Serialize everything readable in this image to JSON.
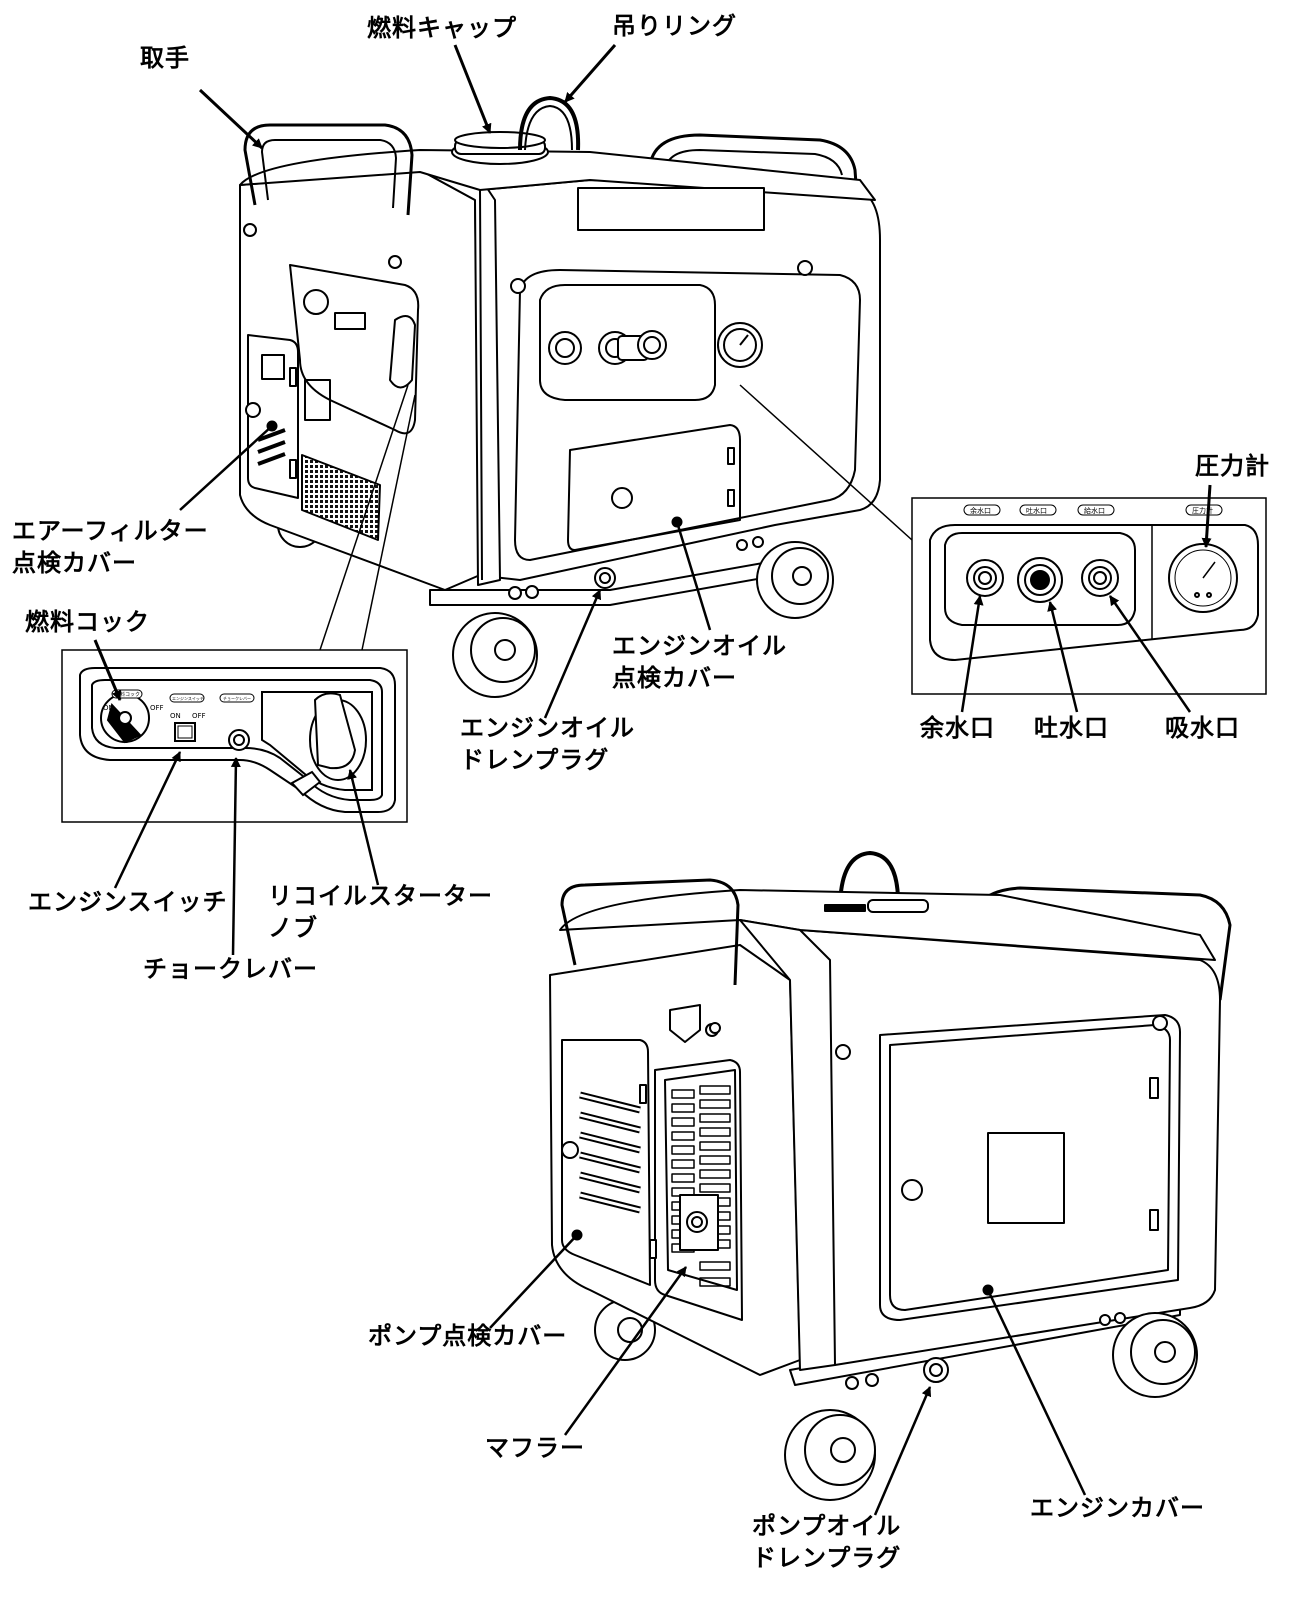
{
  "labels": {
    "handle": "取手",
    "fuel_cap": "燃料キャップ",
    "lift_ring": "吊りリング",
    "air_filter_cover_1": "エアーフィルター",
    "air_filter_cover_2": "点検カバー",
    "fuel_cock": "燃料コック",
    "pressure_gauge": "圧力計",
    "surplus_port": "余水口",
    "discharge_port": "吐水口",
    "intake_port": "吸水口",
    "engine_oil_cover_1": "エンジンオイル",
    "engine_oil_cover_2": "点検カバー",
    "engine_oil_drain_1": "エンジンオイル",
    "engine_oil_drain_2": "ドレンプラグ",
    "engine_switch": "エンジンスイッチ",
    "recoil_starter_1": "リコイルスターター",
    "recoil_starter_2": "ノブ",
    "choke_lever": "チョークレバー",
    "pump_cover": "ポンプ点検カバー",
    "muffler": "マフラー",
    "engine_cover": "エンジンカバー",
    "pump_oil_drain_1": "ポンプオイル",
    "pump_oil_drain_2": "ドレンプラグ"
  },
  "panel_tags": {
    "surplus": "余水口",
    "discharge": "吐水口",
    "supply": "給水口",
    "gauge": "圧力計",
    "fuel_cock": "燃料コック",
    "engine_switch": "エンジンスイッチ",
    "choke": "チョークレバー",
    "on": "ON",
    "off": "OFF"
  }
}
